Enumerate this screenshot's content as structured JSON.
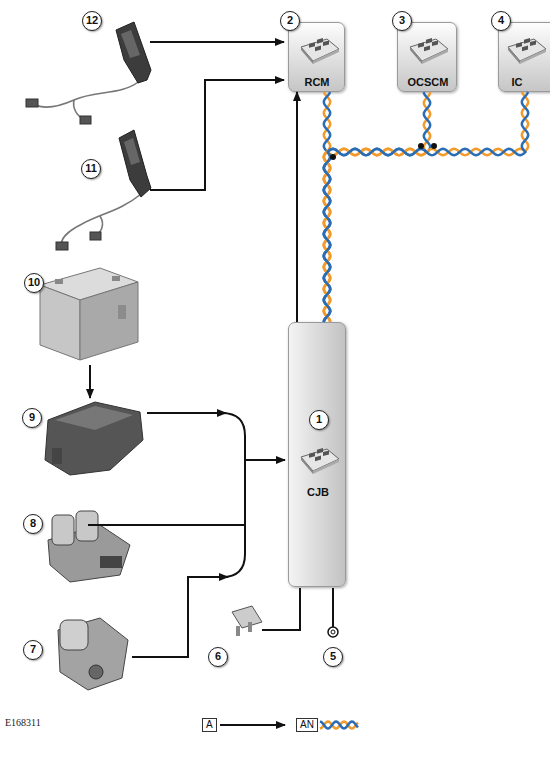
{
  "diagram": {
    "nodes": [
      {
        "text": [
          "2",
          "RCM"
        ]
      },
      {
        "text": [
          "3",
          "OCSCM"
        ]
      },
      {
        "text": [
          "4",
          "IC"
        ]
      },
      {
        "text": [
          "1",
          "CJB"
        ]
      }
    ],
    "edges": [
      {
        "from": 3,
        "to": 0,
        "arrow": "to"
      },
      {
        "from": 3,
        "to": 0,
        "arrow": "none"
      },
      {
        "from": 3,
        "to": 1,
        "arrow": "none"
      },
      {
        "from": 3,
        "to": 2,
        "arrow": "none"
      }
    ],
    "labels": [
      "12",
      "11",
      "10",
      "9",
      "8",
      "7",
      "6",
      "5",
      "E168311"
    ],
    "legend": [
      {
        "text": "A"
      },
      {
        "text": "AN"
      }
    ]
  }
}
